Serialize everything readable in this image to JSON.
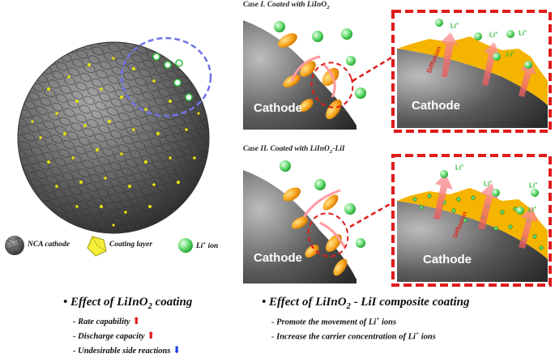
{
  "case1": {
    "title": "Case I. Coated with LiInO",
    "title_sub": "2",
    "cathode_small": "Cathode",
    "cathode_zoom": "Cathode",
    "diffusion": "Diffusion"
  },
  "case2": {
    "title": "Case II. Coated with LiInO",
    "title_sub": "2",
    "title_tail": "-LiI",
    "cathode_small": "Cathode",
    "cathode_zoom": "Cathode",
    "diffusion": "Diffusion"
  },
  "li_ion": {
    "base": "Li",
    "sup": "+"
  },
  "legend": {
    "nca": "NCA cathode",
    "coating": "Coating layer",
    "li_base": "Li",
    "li_sup": "+",
    "li_tail": " ion"
  },
  "effect1": {
    "title_pre": "Effect of LiInO",
    "title_sub": "2",
    "title_post": " coating",
    "items": [
      "- Rate capability",
      "- Discharge capacity",
      "- Undesirable side reactions"
    ]
  },
  "effect2": {
    "title_pre": "Effect of LiInO",
    "title_sub": "2",
    "title_post": " - LiI  composite coating",
    "item1_pre": "- Promote the movement of Li",
    "item1_sup": "+",
    "item1_post": " ions",
    "item2_pre": "- Increase the carrier concentration of Li",
    "item2_sup": "+",
    "item2_post": " ions"
  },
  "colors": {
    "zoom_border": "#e01b1b",
    "coating": "#f5b400",
    "cathode": "#555555",
    "li_ion": "#3fcf4a",
    "nca_circle": "#6f73e6"
  },
  "icons": {
    "up": "red-up-arrow-icon",
    "down": "blue-down-arrow-icon"
  }
}
